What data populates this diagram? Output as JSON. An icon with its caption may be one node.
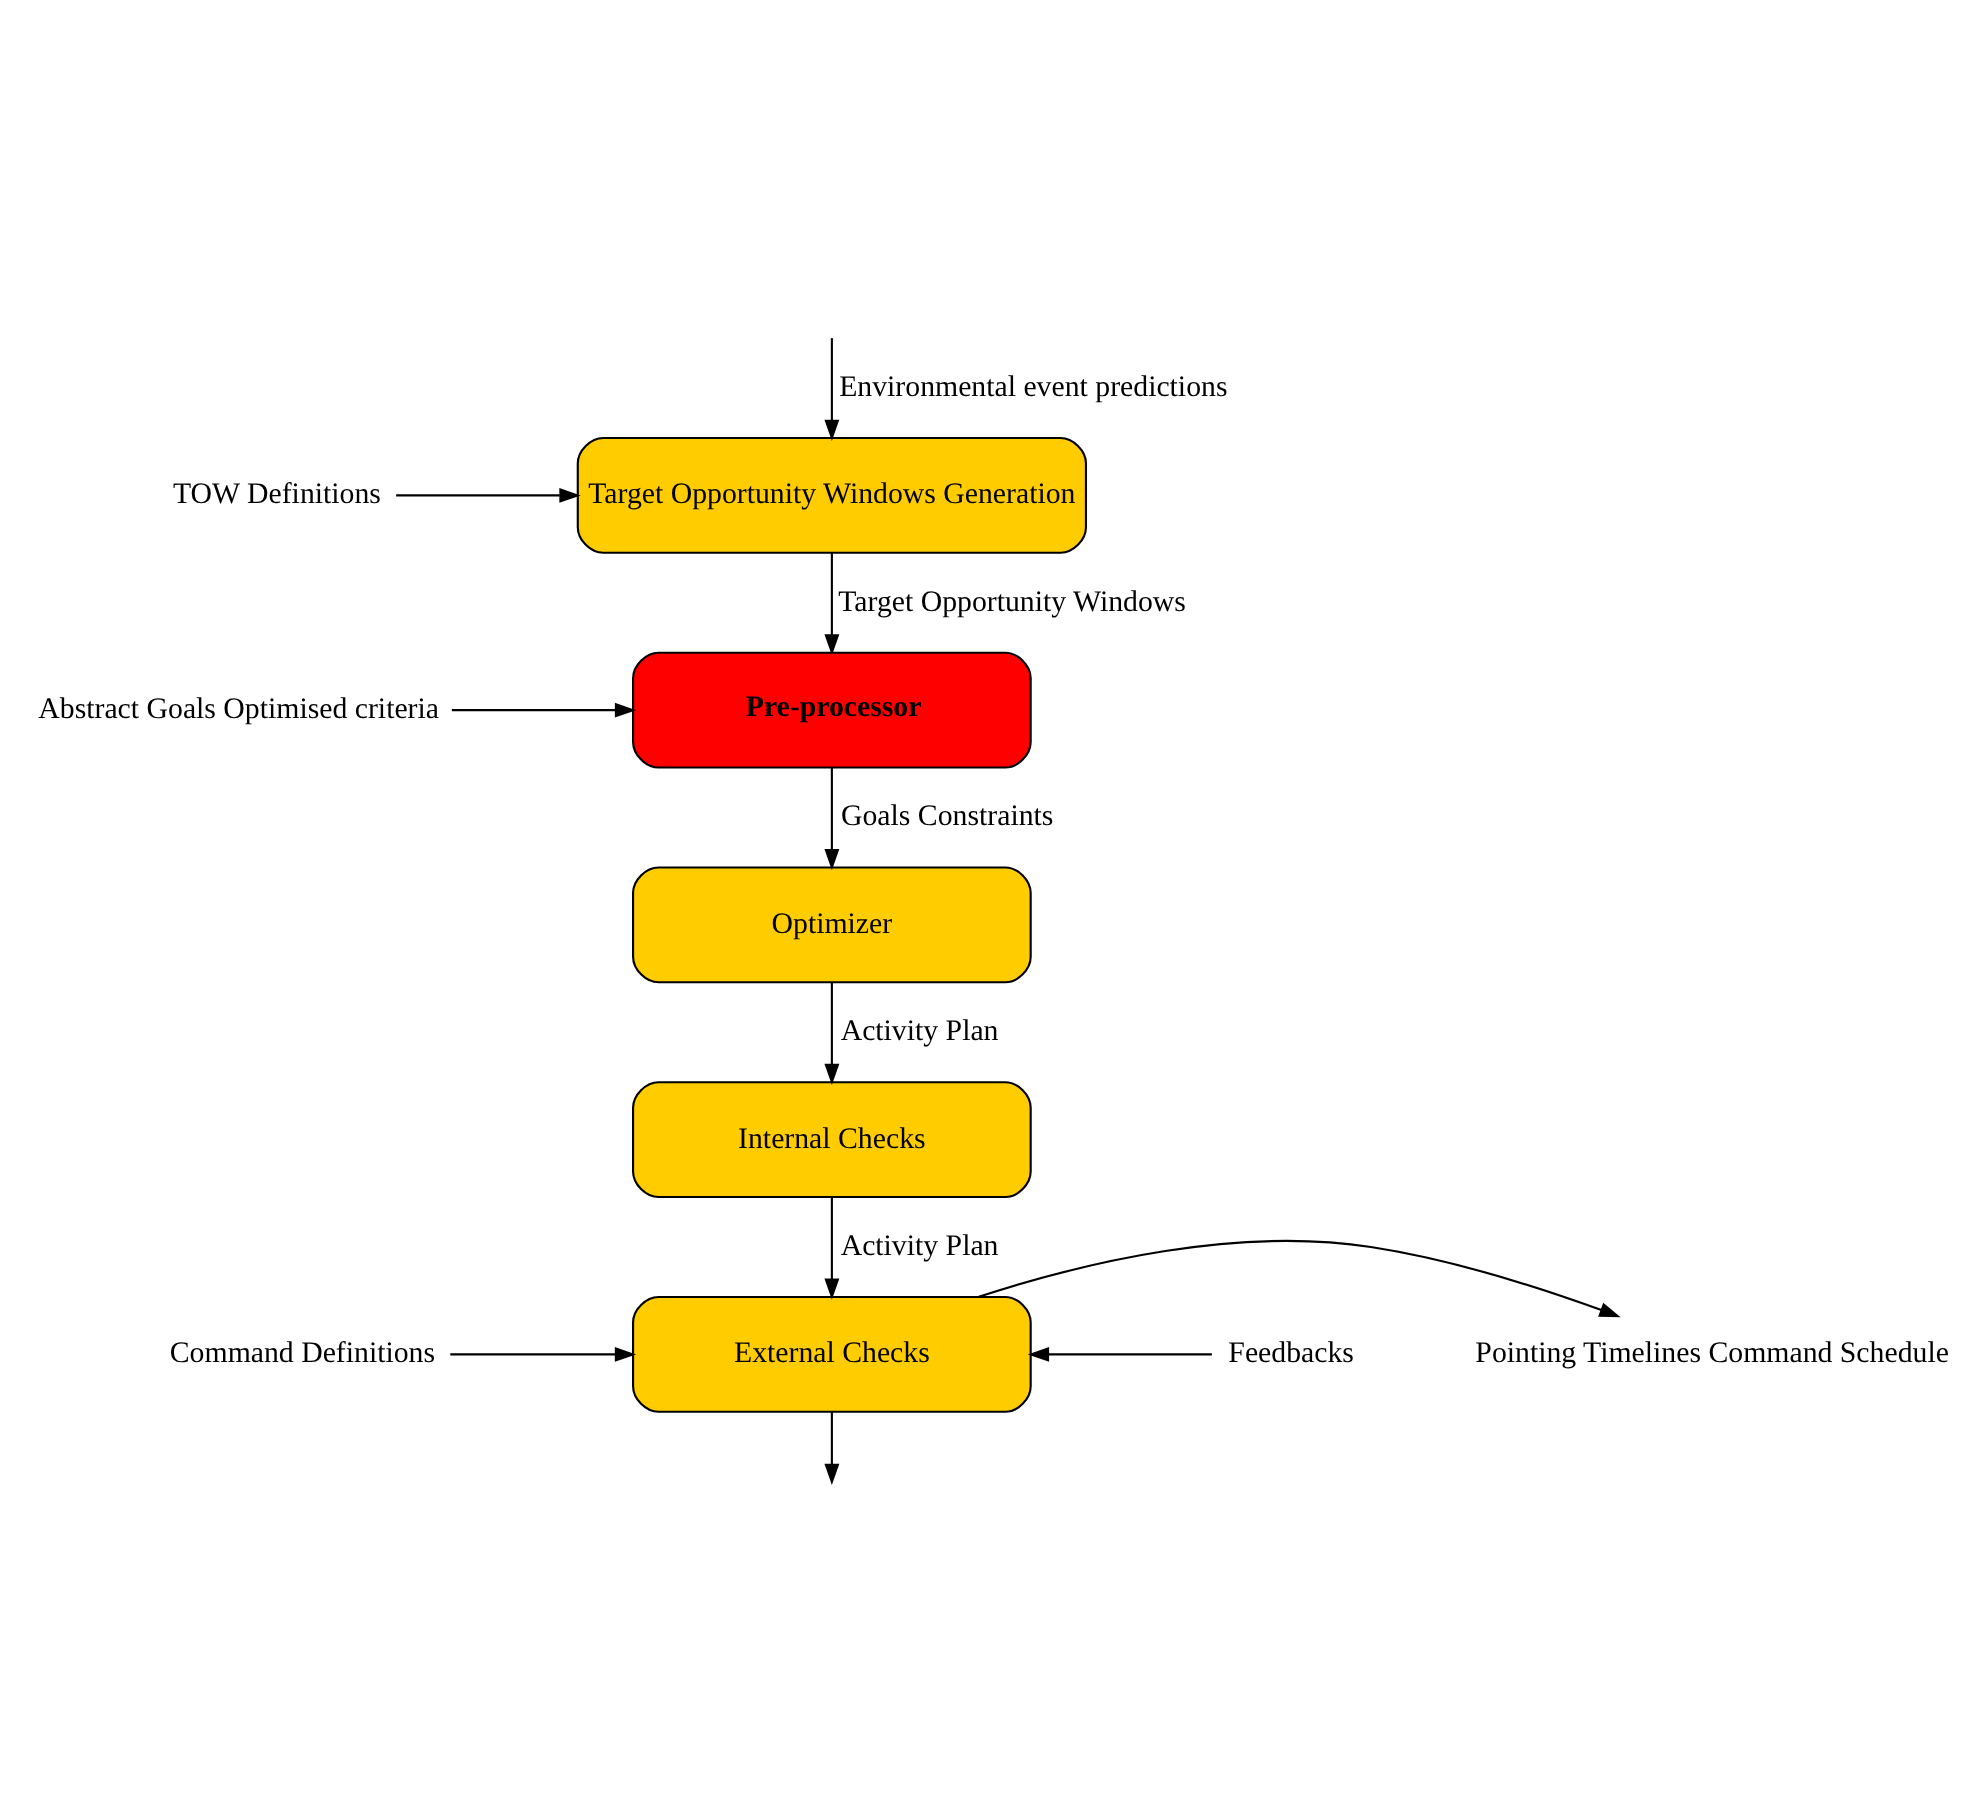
{
  "diagram": {
    "nodes": [
      {
        "text": [
          "Target Opportunity Windows Generation"
        ]
      },
      {
        "text": [
          "Pre-processor"
        ]
      },
      {
        "text": [
          "Optimizer"
        ]
      },
      {
        "text": [
          "Internal Checks"
        ]
      },
      {
        "text": [
          "External Checks"
        ]
      },
      {
        "text": [
          "TOW Definitions"
        ]
      },
      {
        "text": [
          "Abstract Goals Optimised criteria"
        ]
      },
      {
        "text": [
          "Command Definitions"
        ]
      },
      {
        "text": [
          "Pointing Timelines Command Schedule"
        ]
      },
      {
        "text": [
          "Feedbacks"
        ]
      }
    ],
    "edges": [
      {
        "from": null,
        "to": 0,
        "arrow": "to",
        "label": "Environmental event predictions"
      },
      {
        "from": 5,
        "to": 0,
        "arrow": "to"
      },
      {
        "from": 0,
        "to": 1,
        "arrow": "to",
        "label": "Target Opportunity Windows"
      },
      {
        "from": 6,
        "to": 1,
        "arrow": "to"
      },
      {
        "from": 1,
        "to": 2,
        "arrow": "to",
        "label": "Goals Constraints"
      },
      {
        "from": 2,
        "to": 3,
        "arrow": "to",
        "label": "Activity Plan"
      },
      {
        "from": 3,
        "to": 4,
        "arrow": "to",
        "label": "Activity Plan"
      },
      {
        "from": 7,
        "to": 4,
        "arrow": "to"
      },
      {
        "from": 4,
        "to": 8,
        "arrow": "to"
      },
      {
        "from": 9,
        "to": 4,
        "arrow": "to"
      },
      {
        "from": 4,
        "to": null,
        "arrow": "to"
      }
    ]
  }
}
